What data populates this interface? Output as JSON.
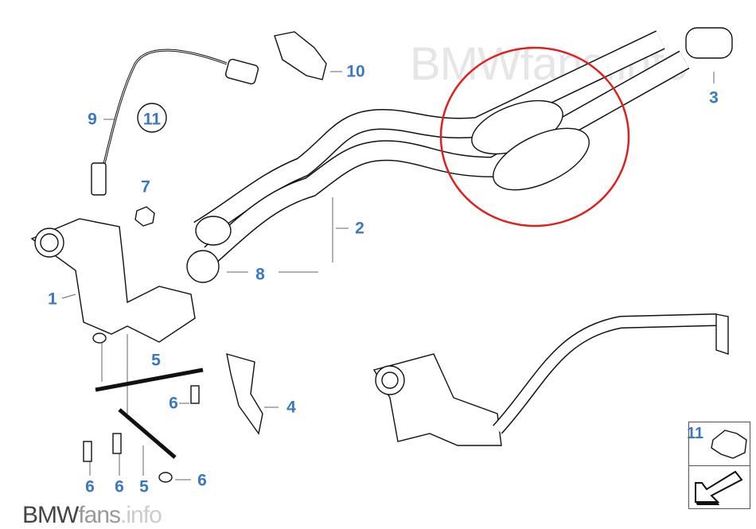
{
  "watermark_top": "BMWfans.info",
  "watermark_bottom": {
    "part1": "BMW",
    "part2": "fans",
    "part3": ".info"
  },
  "labels": {
    "l1": "1",
    "l2": "2",
    "l3": "3",
    "l4": "4",
    "l5a": "5",
    "l5b": "5",
    "l6a": "6",
    "l6b": "6",
    "l6c": "6",
    "l6d": "6",
    "l7": "7",
    "l8": "8",
    "l9": "9",
    "l10": "10",
    "l11": "11"
  },
  "nav": {
    "part_label": "11"
  },
  "colors": {
    "label": "#3a78c0",
    "highlight": "#e02020"
  }
}
